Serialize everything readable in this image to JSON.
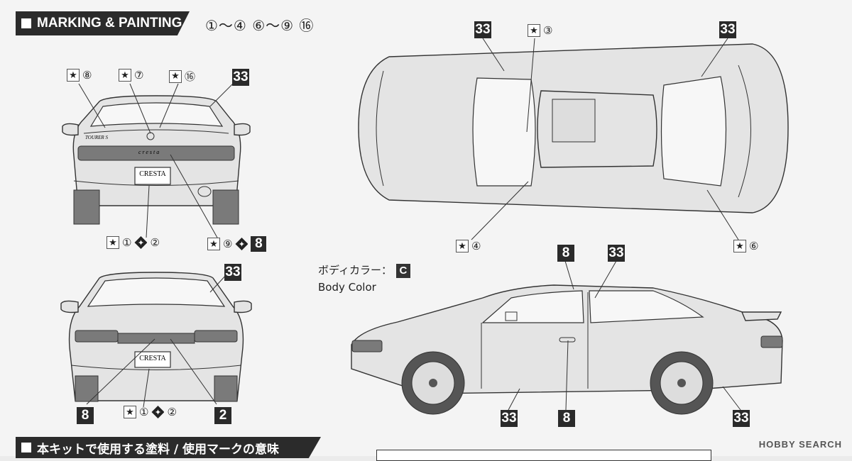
{
  "header": {
    "title": "MARKING & PAINTING",
    "steps": "①～④ ⑥～⑨ ⑯"
  },
  "footer": {
    "title": "本キットで使用する塗料 / 使用マークの意味",
    "watermark": "HOBBY SEARCH"
  },
  "body_color": {
    "label_jp": "ボディカラー：",
    "code": "C",
    "label_en": "Body Color"
  },
  "rear_view": {
    "star_tags": [
      "⑧",
      "⑦",
      "⑯"
    ],
    "box_top": "33",
    "bottom_left": {
      "num1": "①",
      "num2": "②"
    },
    "bottom_right": {
      "num1": "⑨",
      "box": "8"
    },
    "plate": "CRESTA",
    "badge": "TOURER S",
    "emblem": "cresta"
  },
  "front_view": {
    "box_top": "33",
    "box_left": "8",
    "box_right": "2",
    "tag": {
      "num1": "①",
      "num2": "②"
    },
    "plate": "CRESTA"
  },
  "top_view": {
    "box_left": "33",
    "star_top": "③",
    "box_right": "33",
    "star_bottom_left": "④",
    "star_bottom_right": "⑥"
  },
  "side_view": {
    "box_top_left": "8",
    "box_top_right": "33",
    "box_bottom_left": "33",
    "box_bottom_mid": "8",
    "box_bottom_right": "33"
  },
  "icons": {
    "star": "star-icon",
    "decal": "decal-diamond-icon"
  },
  "colors": {
    "header_bg": "#2b2b2b",
    "box_bg": "#2a2a2a",
    "paper": "#f4f4f4"
  }
}
